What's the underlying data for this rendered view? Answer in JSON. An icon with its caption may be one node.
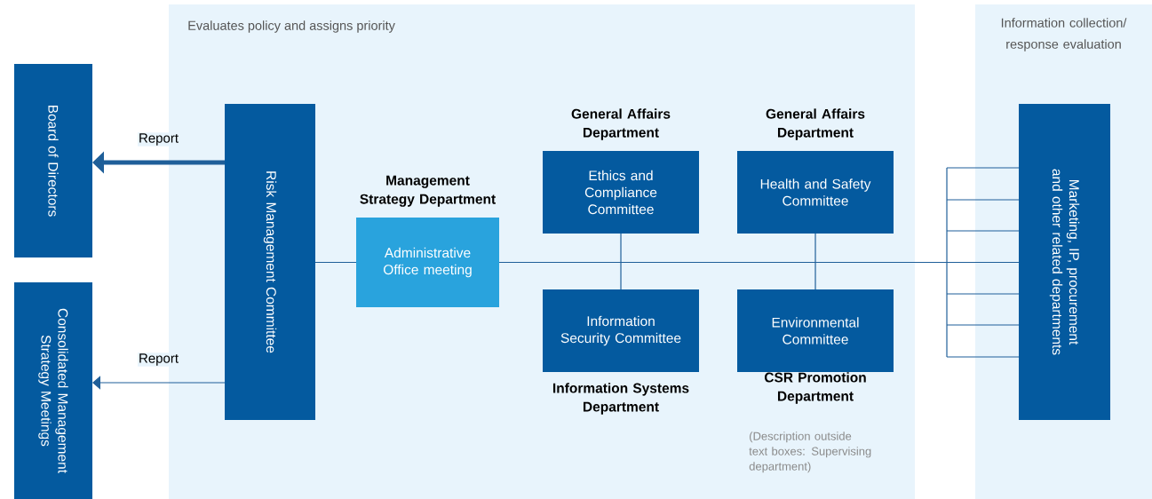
{
  "diagram": {
    "nodes": [
      {
        "text": [
          "Evaluates policy and assigns priority"
        ]
      },
      {
        "text": [
          "Information collection/ response evaluation"
        ]
      },
      {
        "text": [
          "Board of Directors"
        ]
      },
      {
        "text": [
          "Consolidated Management Strategy Meetings"
        ]
      },
      {
        "text": [
          "Risk Management Committee"
        ],
        "in": 0
      },
      {
        "text": [
          "Administrative Office meeting"
        ],
        "in": 0,
        "beside": [
          "Management Strategy Department"
        ]
      },
      {
        "text": [
          "Ethics and Compliance Committee"
        ],
        "in": 0,
        "beside": [
          "General Affairs Department"
        ]
      },
      {
        "text": [
          "Health and Safety Committee"
        ],
        "in": 0,
        "beside": [
          "General Affairs Department"
        ]
      },
      {
        "text": [
          "Information Security Committee"
        ],
        "in": 0,
        "beside": [
          "Information Systems Department"
        ]
      },
      {
        "text": [
          "Environmental Committee"
        ],
        "in": 0,
        "beside": [
          "CSR Promotion Department"
        ]
      },
      {
        "text": [
          "Marketing, IP, procurement and other related departments"
        ],
        "in": 1
      }
    ],
    "edges": [
      {
        "from": 4,
        "to": 2,
        "arrow": "to",
        "label": "Report",
        "style": "thick"
      },
      {
        "from": 4,
        "to": 3,
        "arrow": "to",
        "label": "Report"
      },
      {
        "from": 4,
        "to": 5,
        "arrow": "none"
      },
      {
        "from": 5,
        "to": 10,
        "arrow": "none"
      },
      {
        "from": 6,
        "to": 8,
        "arrow": "none"
      },
      {
        "from": 7,
        "to": 9,
        "arrow": "none"
      },
      {
        "from": null,
        "to": 10,
        "arrow": "none"
      },
      {
        "from": null,
        "to": 10,
        "arrow": "none"
      },
      {
        "from": null,
        "to": 10,
        "arrow": "none"
      },
      {
        "from": null,
        "to": 10,
        "arrow": "none"
      },
      {
        "from": null,
        "to": 10,
        "arrow": "none"
      },
      {
        "from": null,
        "to": 10,
        "arrow": "none"
      }
    ],
    "labels": [
      "(Description outside text boxes: Supervising department)"
    ]
  }
}
